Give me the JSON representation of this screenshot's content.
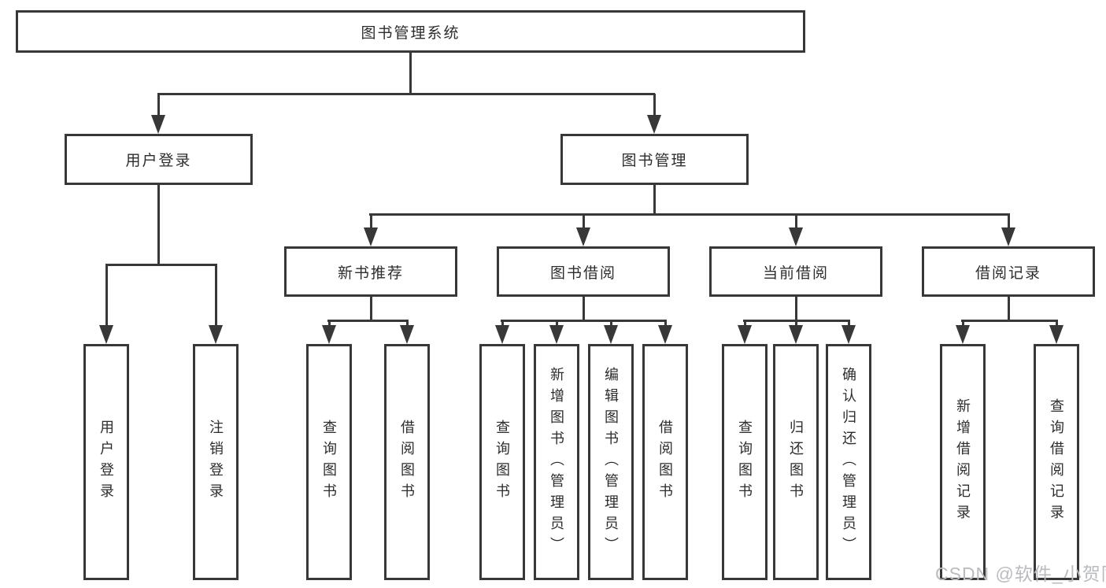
{
  "colors": {
    "line": "#383838",
    "text": "#2d2d2d",
    "watermark": "#b9bbbe",
    "background": "#ffffff"
  },
  "watermark": {
    "text": "CSDN @软件_小贺同学"
  },
  "nodes": {
    "root": "图书管理系统",
    "level2": [
      "用户登录",
      "图书管理"
    ],
    "level3": [
      "新书推荐",
      "图书借阅",
      "当前借阅",
      "借阅记录"
    ],
    "leaves": {
      "user_login": [
        "用户登录",
        "注销登录"
      ],
      "recommend": [
        "查询图书",
        "借阅图书"
      ],
      "borrow": [
        "查询图书",
        "新增图书（管理员）",
        "编辑图书（管理员）",
        "借阅图书"
      ],
      "current": [
        "查询图书",
        "归还图书",
        "确认归还（管理员）"
      ],
      "records": [
        "新增借阅记录",
        "查询借阅记录"
      ]
    }
  }
}
